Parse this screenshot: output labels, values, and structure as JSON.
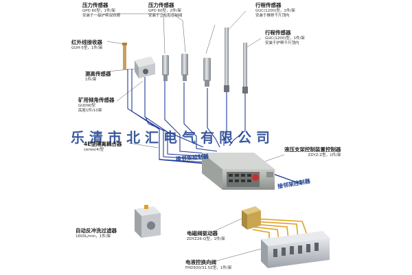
{
  "watermark": "乐清市北汇电气有限公司",
  "network_labels": {
    "left": "接邻架控制器",
    "right": "接邻架控制器"
  },
  "labels": {
    "pressure1": {
      "title": "压力传感器",
      "spec": "GPD 60型，1件/架\n安装于一级护帮双向阀"
    },
    "pressure2": {
      "title": "压力传感器",
      "spec": "GPD 60型，2件/架\n安装于立柱腔控制阀"
    },
    "stroke1": {
      "title": "行程传感器",
      "spec": "GUC(1200)型，1件/架\n安装于推移千斤顶内"
    },
    "stroke2": {
      "title": "行程传感器",
      "spec": "GUC(1200)型，1件/架\n安装于护帮千斤顶内"
    },
    "ir": {
      "title": "红外线接收器",
      "spec": "GUH-5型，1件/架"
    },
    "height": {
      "title": "测高传感器",
      "spec": "1件/架"
    },
    "angle": {
      "title": "矿用倾角传感器",
      "spec": "GUD90型\n底座1件/10架"
    },
    "isolator": {
      "title": "4E型隔离耦合器",
      "spec": "cenex/4/型"
    },
    "controller": {
      "title": "液压支架控制装置控制器",
      "spec": "ZDYZ-Z型，1件/架"
    },
    "filter": {
      "title": "自动反冲洗过滤器",
      "spec": "1600L/min，1件/架"
    },
    "driver": {
      "title": "电磁阀驱动器",
      "spec": "ZDYZ26-Q型，1件/架"
    },
    "valve": {
      "title": "电液控换向阀",
      "spec": "FHD500/31.5Z型，1件/架"
    }
  },
  "colors": {
    "wire": "#1f3a9a",
    "leader": "#555555",
    "watermark": "#1a3d8c"
  }
}
